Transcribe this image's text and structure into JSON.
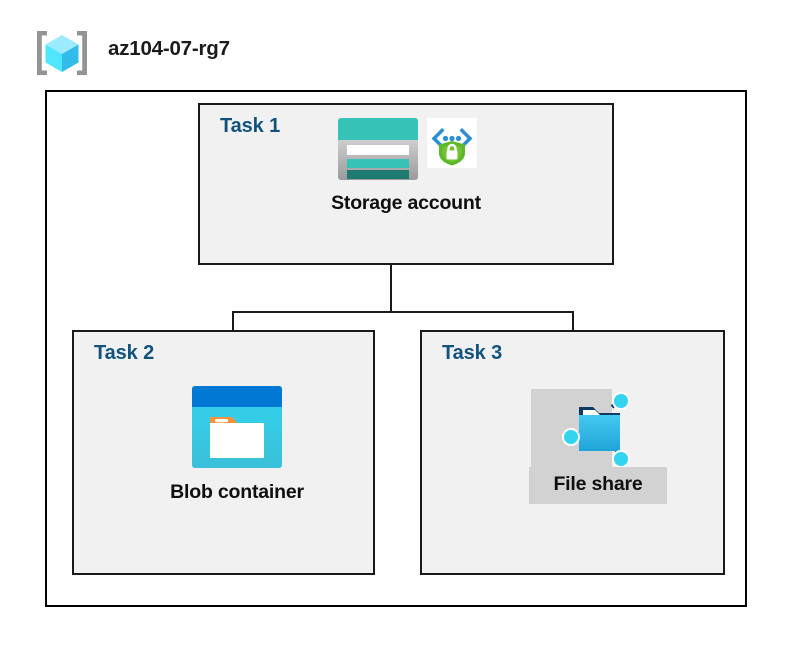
{
  "diagram": {
    "type": "azure-architecture",
    "resource_group": {
      "name": "az104-07-rg7",
      "icon": "resource-group-cube-icon"
    },
    "tasks": [
      {
        "id": "task-1",
        "label": "Task 1",
        "node_caption": "Storage account",
        "icons": [
          "storage-account-icon",
          "secure-endpoint-shield-icon"
        ]
      },
      {
        "id": "task-2",
        "label": "Task 2",
        "node_caption": "Blob container",
        "icons": [
          "blob-container-icon"
        ]
      },
      {
        "id": "task-3",
        "label": "Task 3",
        "node_caption": "File share",
        "icons": [
          "file-share-icon"
        ]
      }
    ],
    "connections": [
      {
        "from": "task-1",
        "to": "task-2"
      },
      {
        "from": "task-1",
        "to": "task-3"
      }
    ],
    "colors": {
      "task_label": "#12537e",
      "task_fill": "#f1f1f1",
      "frame_border": "#000000",
      "highlight": "#d2d2d2",
      "storage_teal": "#37c2b8",
      "storage_teal_dark": "#1f7a72",
      "blob_blue": "#0078d4",
      "blob_cyan": "#32d4f0",
      "blob_orange": "#f7913a",
      "fileshare_blue": "#32bcec",
      "fileshare_navy": "#0f3a63",
      "shield_green": "#5cb82a",
      "cube_cyan": "#50e6ff",
      "bracket_gray": "#949494"
    }
  }
}
